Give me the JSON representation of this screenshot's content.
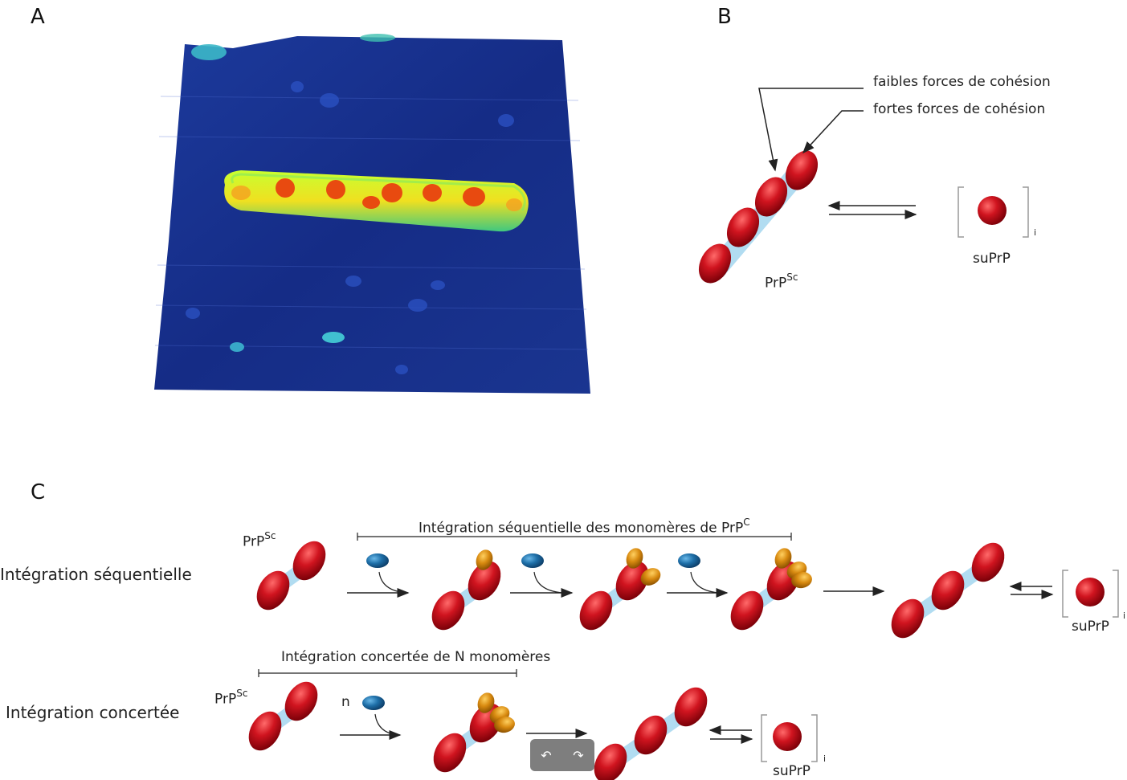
{
  "panels": {
    "a": "A",
    "b": "B",
    "c": "C"
  },
  "panel_b": {
    "label_weak": "faibles forces de cohésion",
    "label_strong": "fortes forces de cohésion",
    "fibril_label_base": "PrP",
    "fibril_label_sup": "Sc",
    "monomer_label": "suPrP",
    "index": "i"
  },
  "panel_c": {
    "row1_label": "Intégration séquentielle",
    "row1_bracket_label_base": "Intégration séquentielle des monomères de PrP",
    "row1_bracket_label_sup": "C",
    "row2_label": "Intégration concertée",
    "row2_bracket_label": "Intégration concertée de N monomères",
    "prpsc_base": "PrP",
    "prpsc_sup": "Sc",
    "n_label": "n",
    "suprp": "suPrP",
    "index": "i"
  },
  "colors": {
    "red": "#c0101c",
    "blue_monomer": "#1e6fa8",
    "orange": "#d88a10",
    "light_blue": "#a8d8f0",
    "afm_bg": "#1a3590"
  },
  "toolbar_icons": [
    "rotate-left-icon",
    "rotate-right-icon"
  ]
}
